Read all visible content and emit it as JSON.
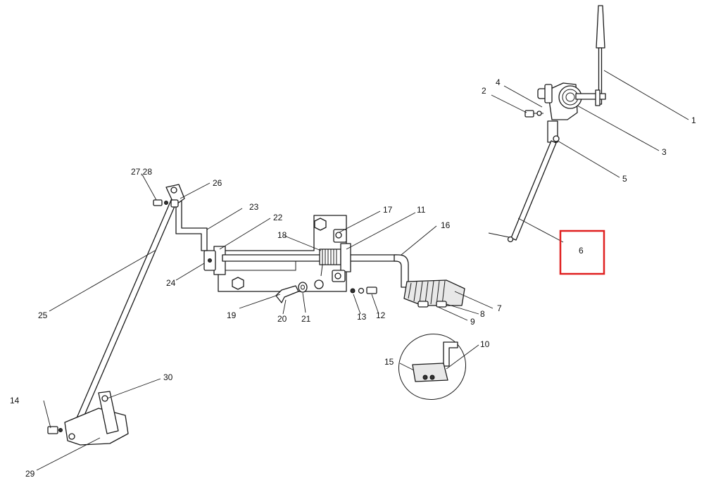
{
  "callouts": {
    "c1": "1",
    "c2": "2",
    "c3": "3",
    "c4": "4",
    "c5": "5",
    "c6": "6",
    "c7": "7",
    "c8": "8",
    "c9": "9",
    "c10": "10",
    "c11": "11",
    "c12": "12",
    "c13": "13",
    "c14": "14",
    "c15": "15",
    "c16": "16",
    "c17": "17",
    "c18": "18",
    "c19": "19",
    "c20": "20",
    "c21": "21",
    "c22": "22",
    "c23": "23",
    "c24": "24",
    "c25": "25",
    "c26": "26",
    "c2728": "27,28",
    "c29": "29",
    "c30": "30"
  },
  "highlight": {
    "callout": "6",
    "color": "#e02020"
  }
}
